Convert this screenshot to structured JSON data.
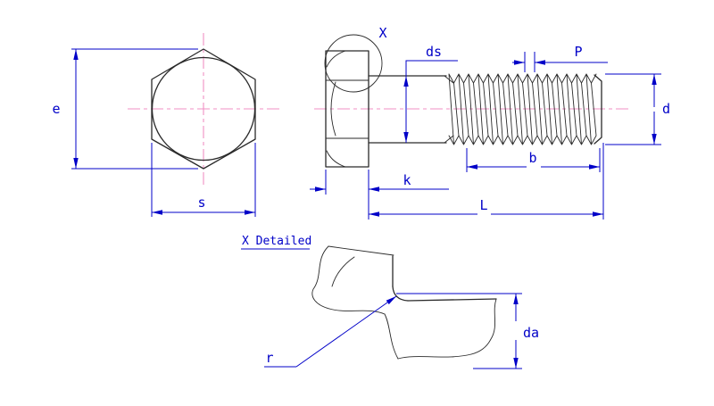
{
  "drawing": {
    "background": "#ffffff",
    "colors": {
      "geometry": "#2a2a2a",
      "dimension": "#0000c8",
      "centerline": "#f08fc4"
    },
    "labels": {
      "e": "e",
      "s": "s",
      "detail_callout": "X",
      "ds": "ds",
      "pitch": "P",
      "d": "d",
      "b": "b",
      "k": "k",
      "length": "L",
      "detail_title": "X Detailed",
      "radius": "r",
      "da": "da"
    }
  }
}
